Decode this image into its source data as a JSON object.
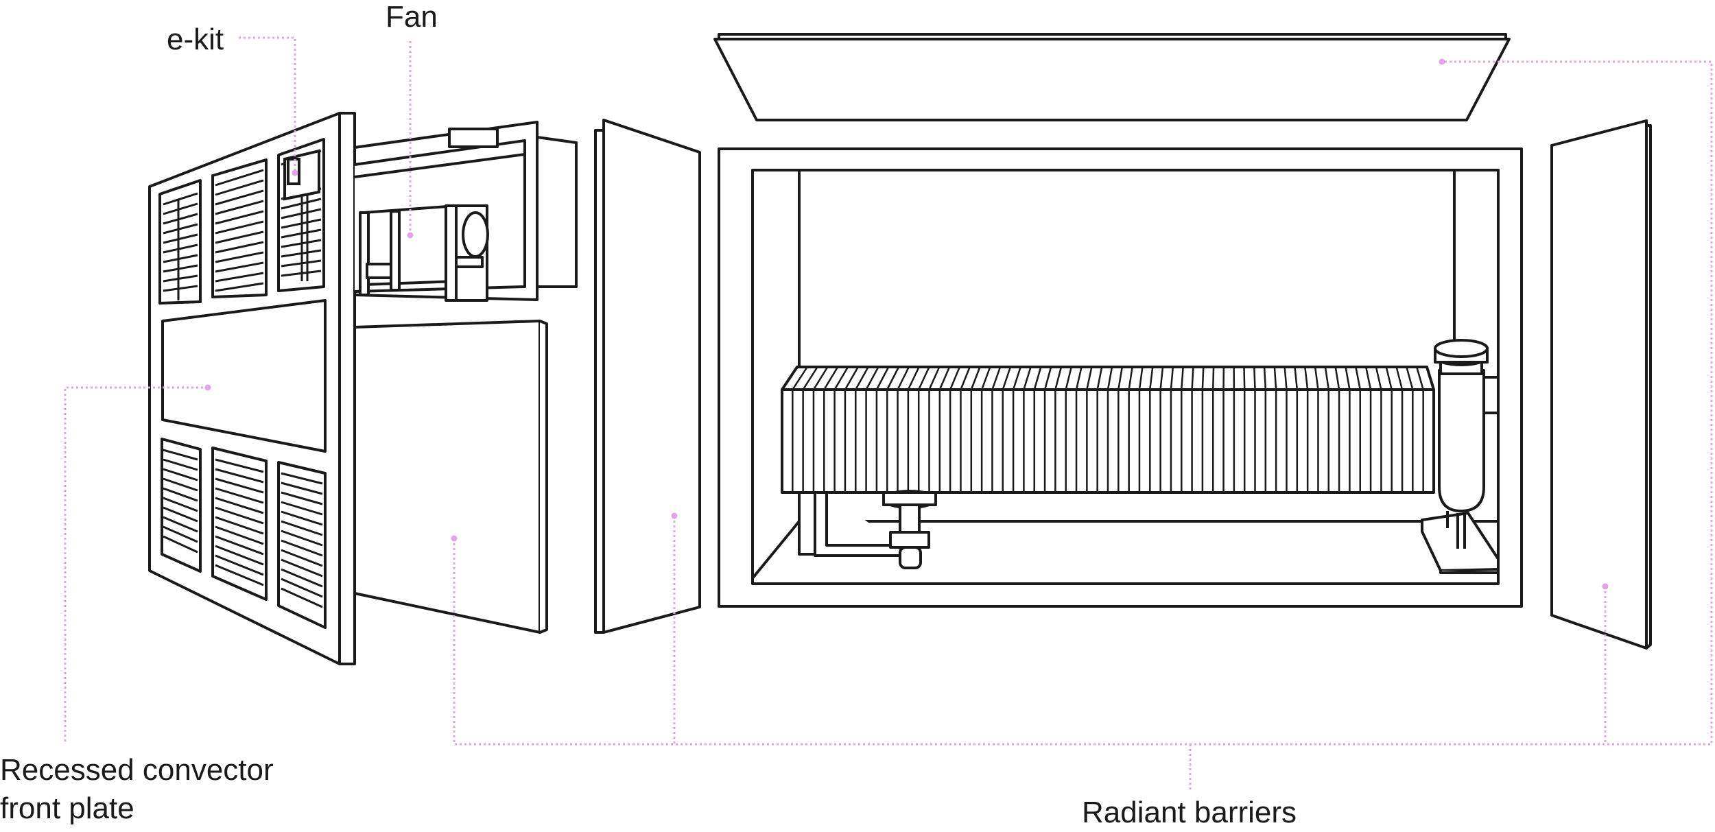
{
  "labels": {
    "ekit": "e-kit",
    "fan": "Fan",
    "front_plate_line1": "Recessed convector",
    "front_plate_line2": "front plate",
    "radiant_barriers": "Radiant barriers"
  },
  "colors": {
    "outline": "#1a1a1a",
    "leader": "#e3a3e8",
    "background": "#ffffff"
  }
}
